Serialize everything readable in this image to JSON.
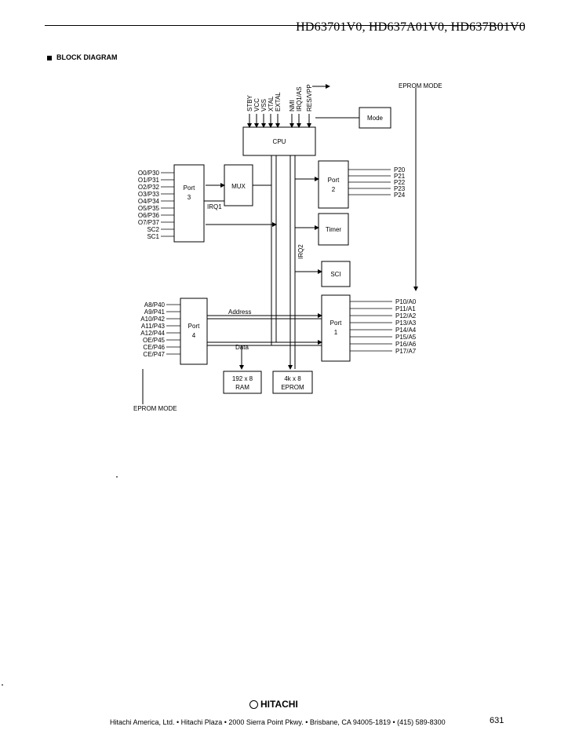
{
  "header": {
    "title": "HD63701V0, HD637A01V0, HD637B01V0"
  },
  "section": {
    "title": "BLOCK DIAGRAM"
  },
  "diagram": {
    "eprom_mode_top": "EPROM MODE",
    "eprom_mode_bottom": "EPROM MODE",
    "top_signals": [
      "STBY",
      "VCC",
      "VSS",
      "XTAL",
      "EXTAL",
      "NMI",
      "IRQ1/AS",
      "RES/VPP"
    ],
    "blocks": {
      "cpu": "CPU",
      "mode": "Mode",
      "mux": "MUX",
      "port3": [
        "Port",
        "3"
      ],
      "port2": [
        "Port",
        "2"
      ],
      "timer": "Timer",
      "sci": "SCI",
      "port4": [
        "Port",
        "4"
      ],
      "port1": [
        "Port",
        "1"
      ],
      "ram": [
        "192 x 8",
        "RAM"
      ],
      "eprom": [
        "4k x 8",
        "EPROM"
      ]
    },
    "labels": {
      "irq1_mux": "IRQ1",
      "irq2": "IRQ2",
      "address_bus": "Address",
      "data_bus": "Data"
    },
    "port3_pins": [
      "O0/P30",
      "O1/P31",
      "O2/P32",
      "O3/P33",
      "O4/P34",
      "O5/P35",
      "O6/P36",
      "O7/P37",
      "SC2",
      "SC1"
    ],
    "port2_pins": [
      "P20",
      "P21",
      "P22",
      "P23",
      "P24"
    ],
    "port4_pins": [
      "A8/P40",
      "A9/P41",
      "A10/P42",
      "A11/P43",
      "A12/P44",
      "OE/P45",
      "CE/P46",
      "CE/P47"
    ],
    "port1_pins": [
      "P10/A0",
      "P11/A1",
      "P12/A2",
      "P13/A3",
      "P14/A4",
      "P15/A5",
      "P16/A6",
      "P17/A7"
    ]
  },
  "footer": {
    "logo": "HITACHI",
    "address": "Hitachi America, Ltd. • Hitachi Plaza • 2000 Sierra Point Pkwy. • Brisbane, CA 94005-1819 • (415) 589-8300",
    "page_number": "631"
  }
}
